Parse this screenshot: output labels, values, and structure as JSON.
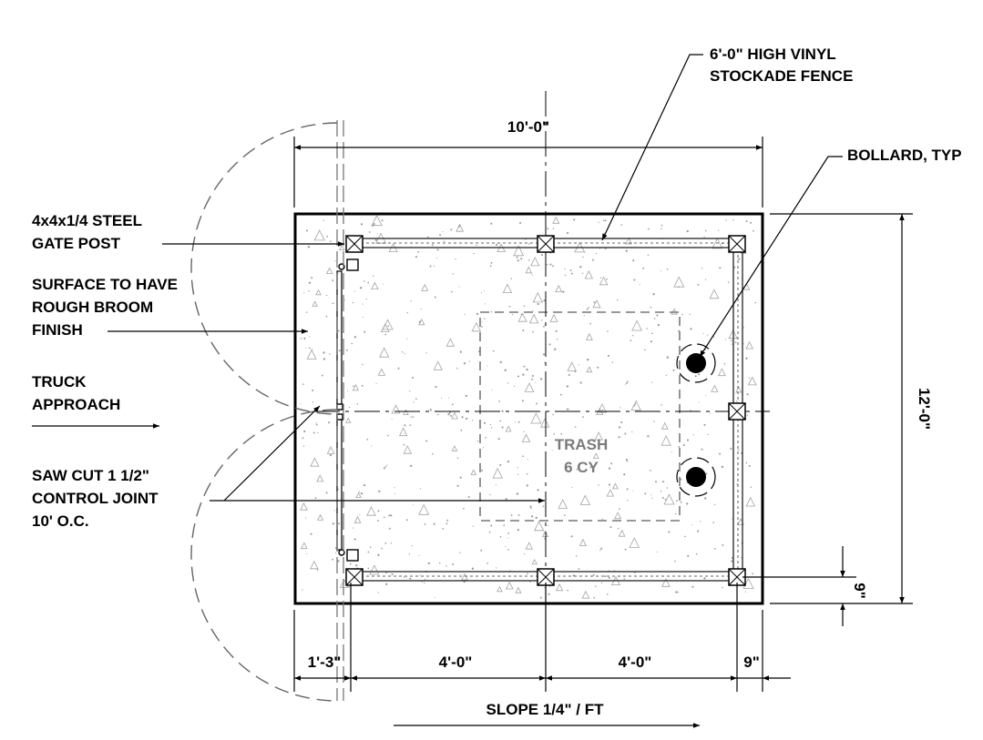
{
  "labels": {
    "fence_line1": "6'-0\" HIGH VINYL",
    "fence_line2": "STOCKADE FENCE",
    "bollard": "BOLLARD, TYP",
    "post_line1": "4x4x1/4 STEEL",
    "post_line2": "GATE POST",
    "surface_line1": "SURFACE TO HAVE",
    "surface_line2": "ROUGH BROOM",
    "surface_line3": "FINISH",
    "truck_line1": "TRUCK",
    "truck_line2": "APPROACH",
    "saw_line1": "SAW CUT 1 1/2\"",
    "saw_line2": "CONTROL JOINT",
    "saw_line3": "10' O.C.",
    "trash_line1": "TRASH",
    "trash_line2": "6 CY",
    "slope": "SLOPE 1/4\" / FT"
  },
  "dimensions": {
    "overall_width": "10'-0\"",
    "overall_depth": "12'-0\"",
    "gate_offset": "1'-3\"",
    "bay_left": "4'-0\"",
    "bay_right": "4'-0\"",
    "end_offset": "9\"",
    "edge_offset": "9\""
  },
  "colors": {
    "ink": "#000000",
    "fence": "#333333",
    "speckle": "#9a9a9a",
    "trash_text": "#7a7a7a"
  }
}
